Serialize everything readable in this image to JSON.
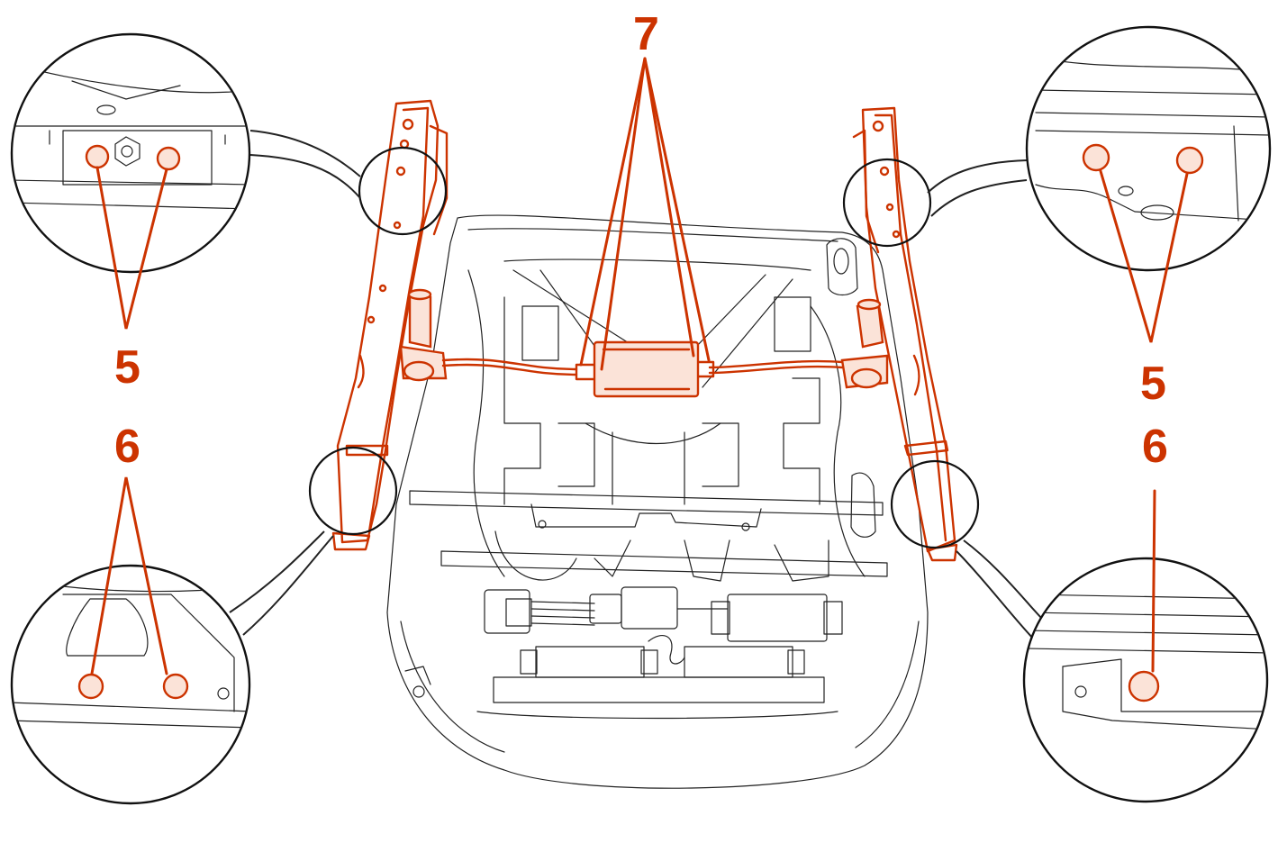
{
  "callouts": {
    "part_7": "7",
    "part_5_left": "5",
    "part_6_left": "6",
    "part_5_right": "5",
    "part_6_right": "6"
  },
  "colors": {
    "highlight": "#cc3300",
    "line": "#222222",
    "background": "#ffffff"
  }
}
